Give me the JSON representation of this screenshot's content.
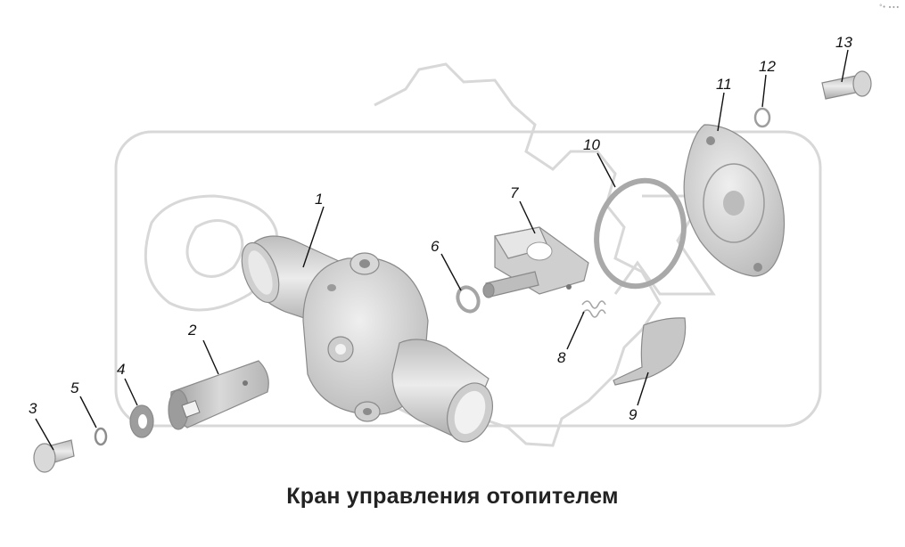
{
  "caption": "Кран управления отопителем",
  "corner_mark": "°• ∙∙∙",
  "callouts": [
    "1",
    "2",
    "3",
    "4",
    "5",
    "6",
    "7",
    "8",
    "9",
    "10",
    "11",
    "12",
    "13"
  ],
  "watermark": "OREX",
  "colors": {
    "part_fill": "#d4d4d4",
    "part_dark": "#a9a9a9",
    "part_light": "#ececec",
    "watermark": "#d8d8d8",
    "text": "#111111"
  }
}
